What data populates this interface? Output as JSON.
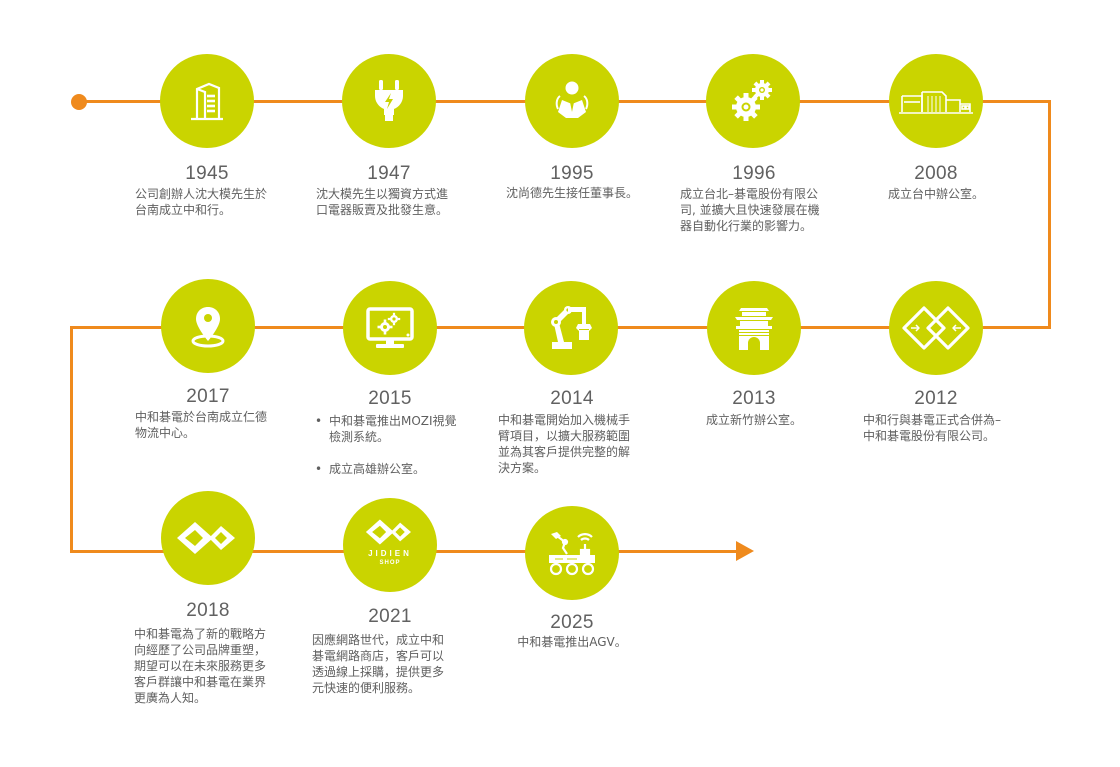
{
  "colors": {
    "line": "#ef8a1d",
    "circle": "#cad400",
    "icon": "#ffffff",
    "text": "#5f5f5f"
  },
  "timeline": [
    {
      "year": "1945",
      "icon": "office-building-icon",
      "lines": [
        "公司創辦人沈大模先生於",
        "台南成立中和行。"
      ]
    },
    {
      "year": "1947",
      "icon": "power-plug-icon",
      "lines": [
        "沈大模先生以獨資方式進",
        "口電器販賣及批發生意。"
      ]
    },
    {
      "year": "1995",
      "icon": "businessman-icon",
      "lines": [
        "沈尚德先生接任董事長。"
      ]
    },
    {
      "year": "1996",
      "icon": "gears-icon",
      "lines": [
        "成立台北–碁電股份有限公",
        "司, 並擴大且快速發展在機",
        "器自動化行業的影響力。"
      ]
    },
    {
      "year": "2008",
      "icon": "office-building-wide-icon",
      "lines": [
        "成立台中辦公室。"
      ]
    },
    {
      "year": "2012",
      "icon": "merge-logo-icon",
      "lines": [
        "中和行與碁電正式合併為–",
        "中和碁電股份有限公司。"
      ]
    },
    {
      "year": "2013",
      "icon": "gate-landmark-icon",
      "lines": [
        "成立新竹辦公室。"
      ]
    },
    {
      "year": "2014",
      "icon": "robot-arm-icon",
      "lines": [
        "中和碁電開始加入機械手",
        "臂項目，以擴大服務範圍",
        "並為其客戶提供完整的解",
        "決方案。"
      ]
    },
    {
      "year": "2015",
      "icon": "monitor-gears-icon",
      "bullets": [
        [
          "中和碁電推出MOZI視覺",
          "檢測系統。"
        ],
        [
          "成立高雄辦公室。"
        ]
      ]
    },
    {
      "year": "2017",
      "icon": "location-pin-icon",
      "lines": [
        "中和碁電於台南成立仁德",
        "物流中心。"
      ]
    },
    {
      "year": "2018",
      "icon": "brand-logo-icon",
      "lines": [
        "中和碁電為了新的戰略方",
        "向經歷了公司品牌重塑，",
        "期望可以在未來服務更多",
        "客戶群讓中和碁電在業界",
        "更廣為人知。"
      ]
    },
    {
      "year": "2021",
      "icon": "jidien-shop-logo-icon",
      "logo_text": "JIDIEN",
      "logo_subtext": "SHOP",
      "lines": [
        "因應網路世代，成立中和",
        "碁電網路商店，客戶可以",
        "透過線上採購，提供更多",
        "元快速的便利服務。"
      ]
    },
    {
      "year": "2025",
      "icon": "agv-robot-icon",
      "lines": [
        "中和碁電推出AGV。"
      ]
    }
  ]
}
